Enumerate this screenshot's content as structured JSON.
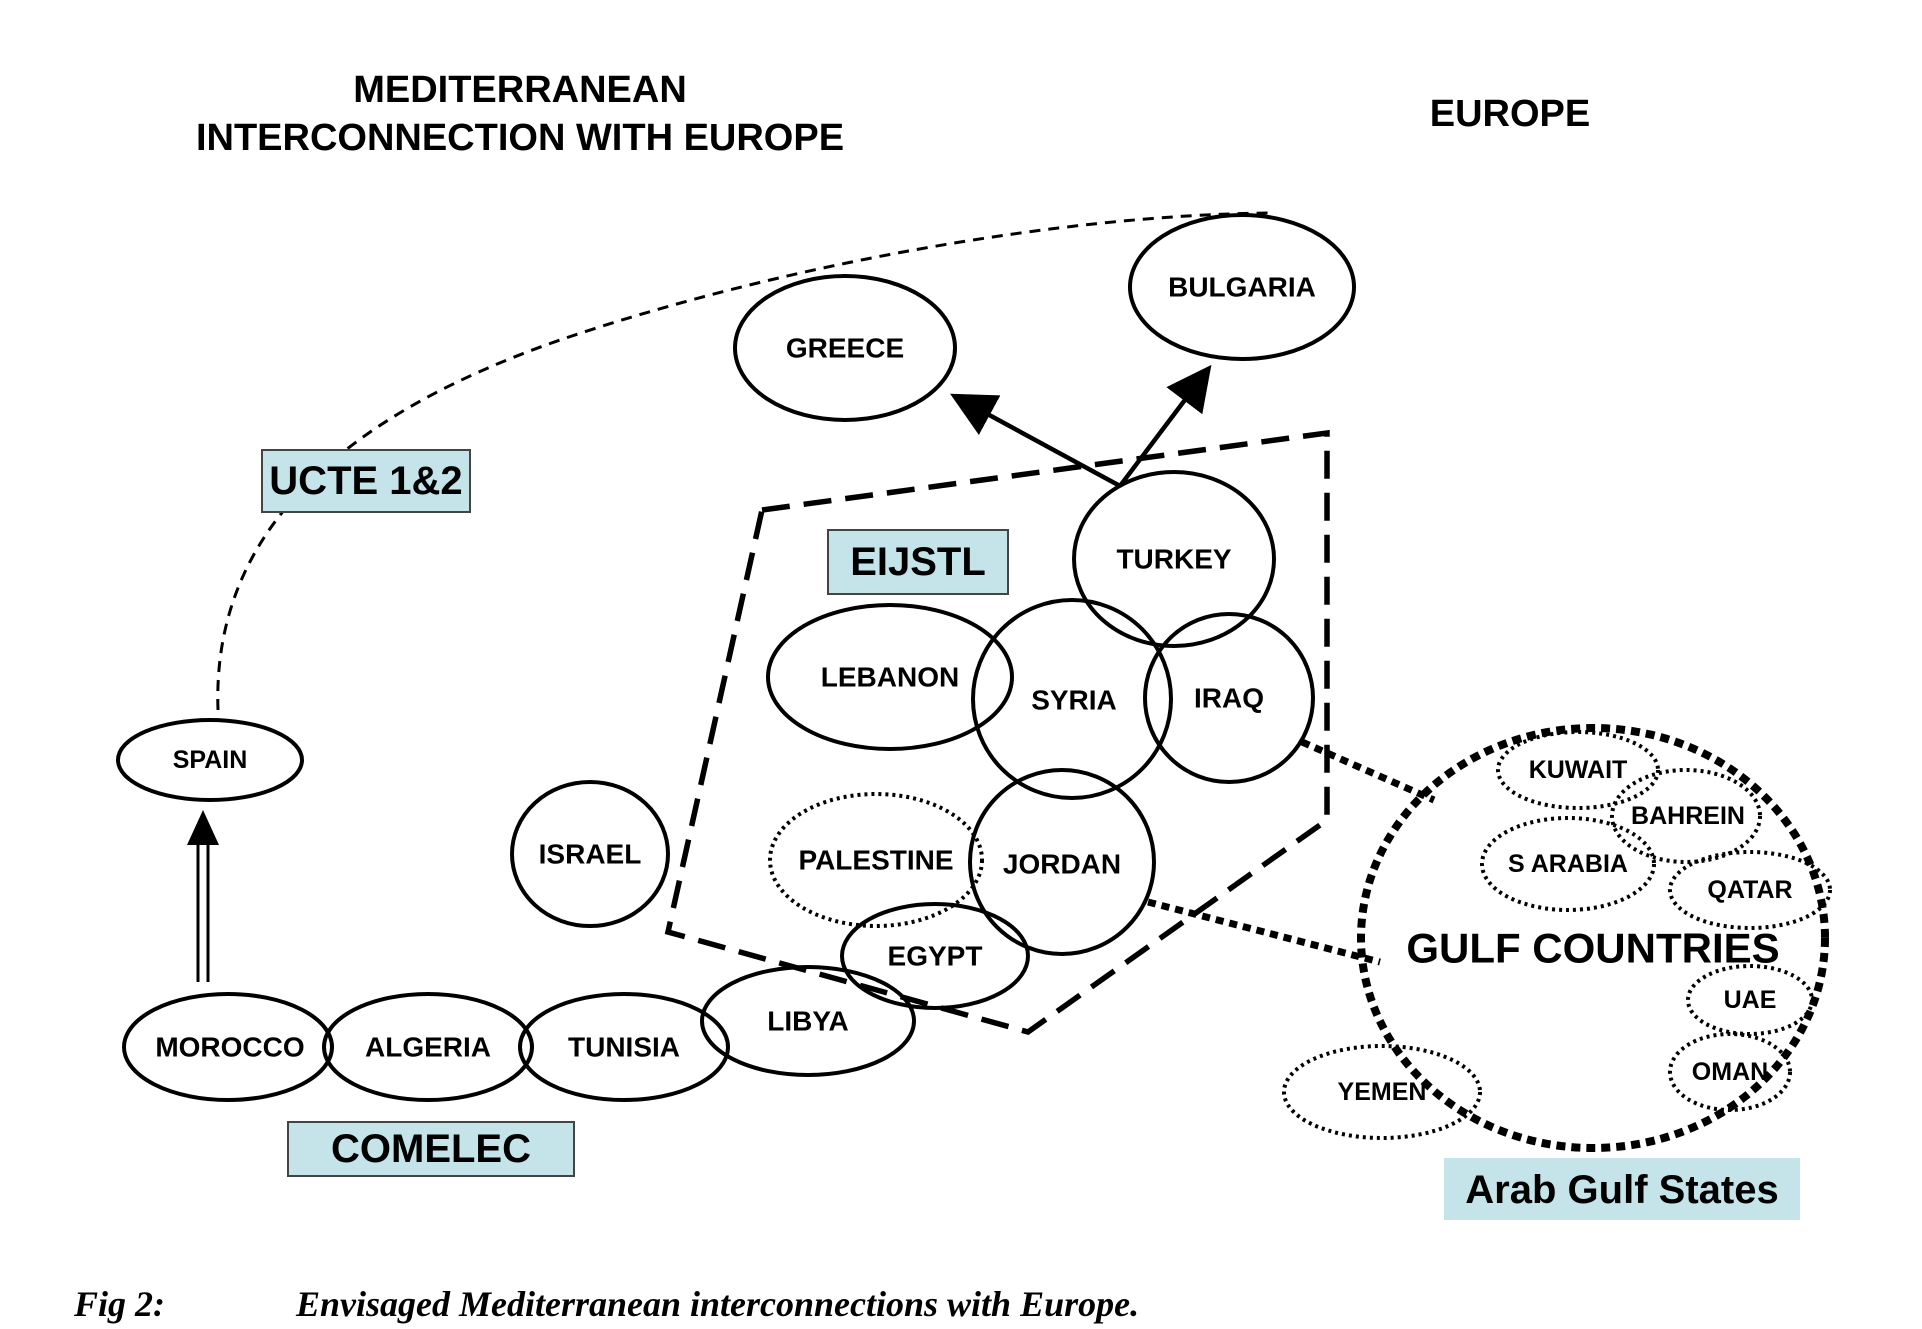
{
  "titles": {
    "mediterranean_line1": "MEDITERRANEAN",
    "mediterranean_line2": "INTERCONNECTION WITH EUROPE",
    "europe": "EUROPE"
  },
  "boxes": {
    "ucte": "UCTE 1&2",
    "eijstl": "EIJSTL",
    "comelec": "COMELEC",
    "arab_gulf": "Arab Gulf States"
  },
  "box_color": "#c5e4ea",
  "countries": {
    "greece": "GREECE",
    "bulgaria": "BULGARIA",
    "turkey": "TURKEY",
    "lebanon": "LEBANON",
    "syria": "SYRIA",
    "iraq": "IRAQ",
    "spain": "SPAIN",
    "israel": "ISRAEL",
    "palestine": "PALESTINE",
    "jordan": "JORDAN",
    "egypt": "EGYPT",
    "libya": "LIBYA",
    "morocco": "MOROCCO",
    "algeria": "ALGERIA",
    "tunisia": "TUNISIA"
  },
  "gulf": {
    "title": "GULF COUNTRIES",
    "kuwait": "KUWAIT",
    "bahrein": "BAHREIN",
    "s_arabia": "S ARABIA",
    "qatar": "QATAR",
    "uae": "UAE",
    "oman": "OMAN",
    "yemen": "YEMEN"
  },
  "caption": {
    "label": "Fig 2:",
    "text": "Envisaged Mediterranean interconnections with Europe."
  }
}
